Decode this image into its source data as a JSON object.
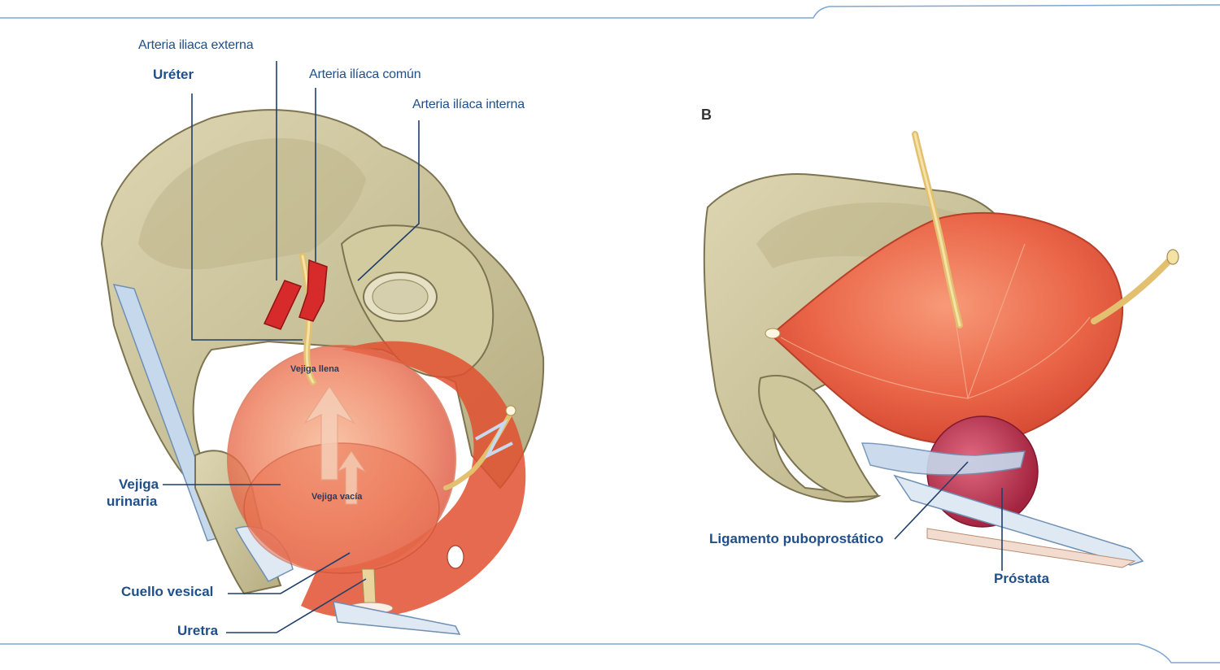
{
  "panel_b_label": "B",
  "colors": {
    "label_text": "#1f4f8a",
    "leader_line": "#1f3f6a",
    "bone": "#d8d0a8",
    "bone_shadow": "#a89f72",
    "bladder": "#e8644a",
    "bladder_light": "#f4a27c",
    "artery": "#d42a2a",
    "ureter": "#e6c77a",
    "prostate": "#c83a5a",
    "ligament": "#b9cfe6",
    "frame_line": "#7fa6cf"
  },
  "panel_a": {
    "arteria_iliaca_externa": "Arteria iliaca externa",
    "ureter": "Uréter",
    "arteria_iliaca_comun": "Arteria ilíaca común",
    "arteria_iliaca_interna": "Arteria ilíaca interna",
    "vejiga_llena": "Vejiga llena",
    "vejiga_vacia": "Vejiga vacía",
    "vejiga_urinaria_line1": "Vejiga",
    "vejiga_urinaria_line2": "urinaria",
    "cuello_vesical": "Cuello vesical",
    "uretra": "Uretra"
  },
  "panel_b": {
    "ligamento_puboprostatico": "Ligamento puboprostático",
    "prostata": "Próstata"
  }
}
